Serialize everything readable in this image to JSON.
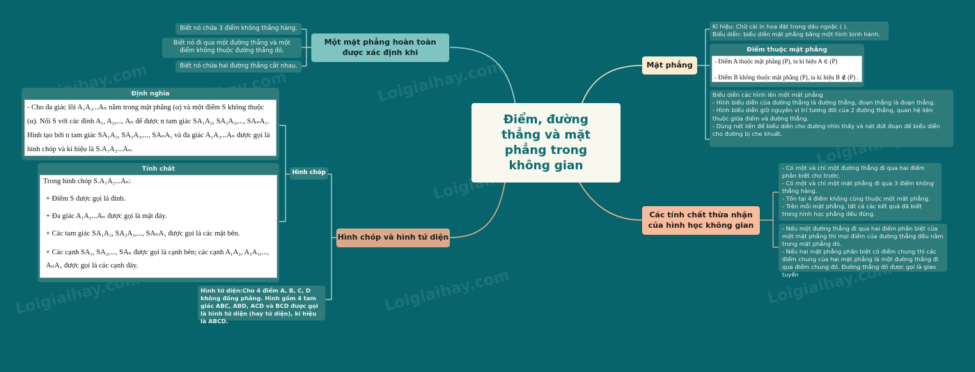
{
  "watermark": "Loigiaihay.com",
  "central": {
    "title": "Điểm, đường thẳng và mặt phẳng trong không gian"
  },
  "colors": {
    "background": "#07646c",
    "central_bg": "#f8f8ee",
    "central_text": "#0d6b72"
  },
  "branch_determine": {
    "title": "Một mặt phẳng hoàn toàn được xác định khi",
    "items": [
      "Biết nó chứa 3 điểm không thẳng hàng.",
      "Biết nó đi qua một đường thẳng  và một điểm không thuộc đường thẳng đó.",
      "Biết nó chứa hai đường thẳng cắt nhau."
    ]
  },
  "branch_pyramid": {
    "title": "Hình chóp và hình tứ diện",
    "sub_label": "Hình chóp",
    "definition": {
      "header": "Định nghĩa",
      "text": "- Cho đa giác lồi A₁A₂...Aₙ nằm trong mặt phẳng (α) và một điểm S không thuộc (α). Nối S với các đỉnh A₁, A₂,..., Aₙ để được n tam giác SA₁A₂, SA₂A₃,..., SAₙA₁. Hình tạo bởi n tam giác SA₁A₂, SA₂A₃,..., SAₙA₁ và đa giác A₁A₂...Aₙ được gọi là hình chóp và kí hiệu là S.A₁A₂...Aₙ."
    },
    "properties": {
      "header": "Tính chất",
      "lines": [
        "Trong hình chóp S.A₁A₂...Aₙ:",
        "+ Điểm S được gọi là đỉnh.",
        "+ Đa giác A₁A₂...Aₙ được gọi là mặt đáy.",
        "+ Các tam giác SA₁A₂, SA₂A₃,..., SAₙA₁ được gọi là các mặt bên.",
        "+ Các cạnh SA₁, SA₂,..., SAₙ được gọi là cạnh bên; các cạnh A₁A₂, A₂A₃,..., AₙA₁ được gọi là các cạnh đáy."
      ]
    },
    "tetrahedron": "Hình tứ diện:Cho 4 điểm A, B, C, D không đồng phẳng. Hình gồm 4 tam giác ABC, ABD, ACD và BCD được gọi là hình tứ diện (hay tứ diện), kí hiệu là ABCD."
  },
  "branch_plane": {
    "title": "Mặt phẳng",
    "notation": "Kí hiệu: Chữ cái in hoa đặt trong dấu ngoặc ( ).\nBiểu diễn: biểu diễn mặt phẳng bằng một hình bình hành.",
    "point_header": "Điểm thuộc mặt phẳng",
    "point_lines": [
      "- Điểm A thuộc mặt phẳng (P), ta kí hiệu A ∈ (P)",
      "- Điểm B không thuộc mặt phẳng (P), ta kí hiệu B ∉ (P) ."
    ],
    "representation": "Biểu diễn các hình lên một mặt phẳng\n- Hình biểu diễn của đường thẳng là đường thẳng, đoạn thẳng là đoạn thẳng.\n- Hình biểu diễn giữ nguyên vị trí tương đối của 2 đường thẳng, quan hệ liên thuộc giữa điểm và đường thẳng.\n- Dùng nét liền để biểu diễn cho đường nhìn thấy và nét đứt đoạn để biểu diễn cho đường bị che khuất."
  },
  "branch_axioms": {
    "title": "Các tính chất thừa nhận của hình học không gian",
    "box1": "- Có một và chỉ một đường thẳng đi qua hai điểm phân biệt cho trước.\n- Có một và chỉ một mặt phẳng đi qua 3 điểm không thẳng hàng.\n- Tồn tại 4 điểm không cùng thuộc một mặt phẳng.\n- Trên mỗi mặt phẳng, tất cả các kết quả đã biết trong hình học phẳng đều đúng.",
    "box2": "- Nếu một đường thẳng đi qua hai điểm phân biệt của một mặt phẳng thì mọi điểm của đường thẳng đều nằm trong mặt phẳng đó.\n- Nếu hai mặt phẳng phân biệt có điểm chung thì các điểm chung của hai mặt phẳng là một đường thẳng đi qua điểm chung đó. Đường thẳng đó được gọi là giao tuyến"
  }
}
